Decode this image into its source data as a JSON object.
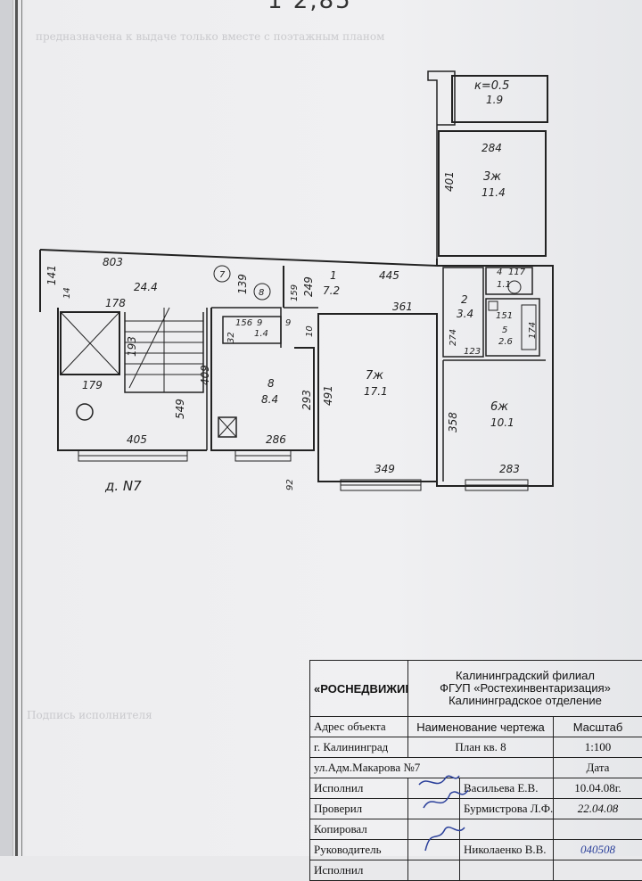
{
  "header": {
    "partial_title": "1 2,85"
  },
  "faint_lines": [
    "предназначена к выдаче только вместе с поэтажным планом",
    "Подпись исполнителя"
  ],
  "plan": {
    "apartment_label": "д. N7",
    "rooms": [
      {
        "number": "к=0.5",
        "area": "1.9"
      },
      {
        "number": "3ж",
        "area": "11.4"
      },
      {
        "number": "1",
        "area": "7.2"
      },
      {
        "number": "2",
        "area": "3.4"
      },
      {
        "number": "4",
        "area": "1.1"
      },
      {
        "number": "5",
        "area": "2.6"
      },
      {
        "number": "6ж",
        "area": "10.1"
      },
      {
        "number": "7ж",
        "area": "17.1"
      },
      {
        "number": "8",
        "area": "8.4"
      },
      {
        "number": "9",
        "area": "1.4"
      }
    ],
    "left_area": "24.4",
    "circles": [
      "7",
      "8"
    ],
    "dimensions": {
      "d803": "803",
      "d141": "141",
      "d14": "14",
      "d178": "178",
      "d193": "193",
      "d179": "179",
      "d549": "549",
      "d409": "409",
      "d405": "405",
      "d139": "139",
      "d249": "249",
      "d159": "159",
      "d445": "445",
      "d156": "156",
      "d32": "32",
      "d10": "10",
      "d9": "9",
      "d361": "361",
      "d293": "293",
      "d491": "491",
      "d286": "286",
      "d349": "349",
      "d92": "92",
      "d401": "401",
      "d284": "284",
      "d274": "274",
      "d123": "123",
      "d151": "151",
      "d174": "174",
      "d358": "358",
      "d283": "283",
      "d117": "117"
    }
  },
  "stamp": {
    "agency": "«РОСНЕДВИЖИМОСТЬ»",
    "org_line1": "Калининградский филиал",
    "org_line2": "ФГУП «Ростехинвентаризация»",
    "org_line3": "Калининградское отделение",
    "object_label": "Адрес объекта",
    "drawing_name_label": "Наименование чертежа",
    "scale_label": "Масштаб",
    "city": "г. Калининград",
    "drawing_name": "План кв. 8",
    "scale": "1:100",
    "street": "ул.Адм.Макарова №7",
    "date_label": "Дата",
    "rows": [
      {
        "role": "Исполнил",
        "name": "Васильева Е.В.",
        "date": "10.04.08г."
      },
      {
        "role": "Проверил",
        "name": "Бурмистрова Л.Ф.",
        "date": "22.04.08"
      },
      {
        "role": "Копировал",
        "name": "",
        "date": ""
      },
      {
        "role": "Руководитель",
        "name": "Николаенко В.В.",
        "date": "040508"
      },
      {
        "role": "Исполнил",
        "name": "",
        "date": ""
      }
    ]
  }
}
